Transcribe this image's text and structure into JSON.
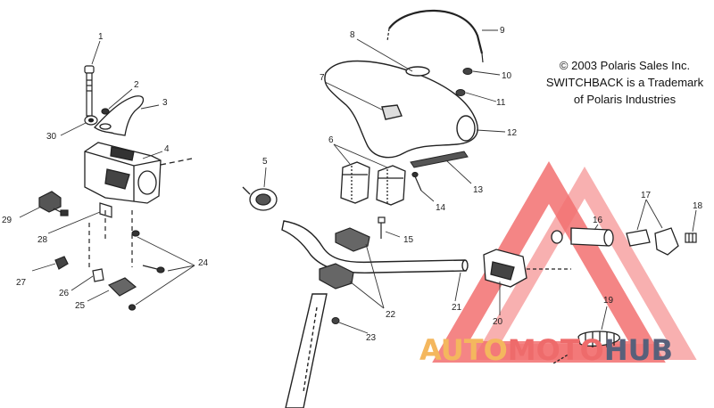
{
  "copyright": {
    "line1": "© 2003 Polaris Sales Inc.",
    "line2": "SWITCHBACK is a Trademark",
    "line3": "of Polaris Industries"
  },
  "watermark": {
    "part1": "AUTO",
    "part2": "MOTO",
    "part3": "HUB",
    "colors": {
      "auto": "#f4b75e",
      "moto": "#ee6b6b",
      "hub": "#58607a",
      "triangle": "#f27070"
    }
  },
  "callouts": {
    "c1": "1",
    "c2": "2",
    "c3": "3",
    "c4": "4",
    "c5": "5",
    "c6": "6",
    "c7": "7",
    "c8": "8",
    "c9": "9",
    "c10": "10",
    "c11": "11",
    "c12": "12",
    "c13": "13",
    "c14": "14",
    "c15": "15",
    "c16": "16",
    "c17": "17",
    "c18": "18",
    "c19": "19",
    "c20": "20",
    "c21": "21",
    "c22": "22",
    "c23": "23",
    "c24": "24",
    "c25": "25",
    "c26": "26",
    "c27": "27",
    "c28": "28",
    "c29": "29",
    "c30": "30"
  }
}
